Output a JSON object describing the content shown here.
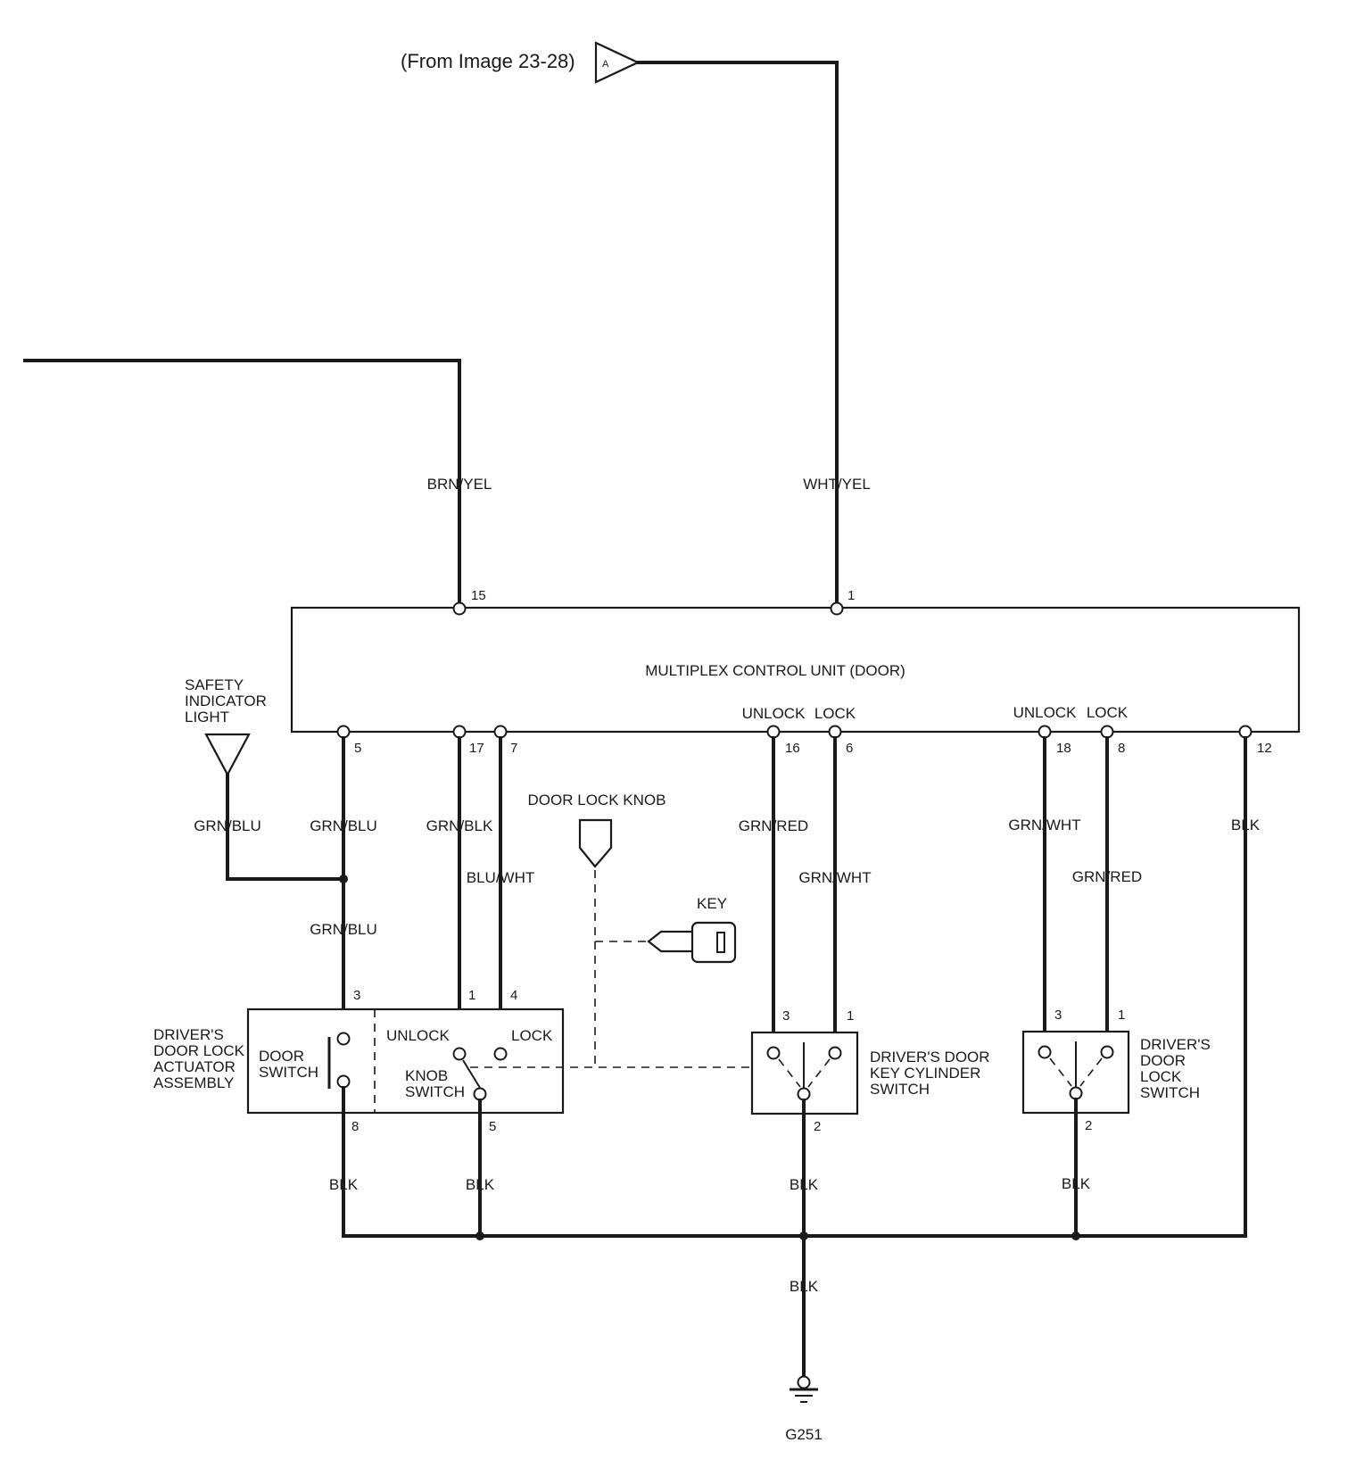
{
  "source_ref": {
    "text": "(From Image 23-28)",
    "connector": "A"
  },
  "wires": {
    "brn_yel": "BRN/YEL",
    "wht_yel": "WHT/YEL",
    "grn_blu_light": "GRN/BLU",
    "grn_blu_upper": "GRN/BLU",
    "grn_blu_lower": "GRN/BLU",
    "grn_blk": "GRN/BLK",
    "blu_wht": "BLU/WHT",
    "grn_red_16": "GRN/RED",
    "grn_wht_6": "GRN/WHT",
    "grn_wht_18": "GRN/WHT",
    "grn_red_8": "GRN/RED",
    "blk_12": "BLK",
    "blk_door": "BLK",
    "blk_knob": "BLK",
    "blk_key": "BLK",
    "blk_lock": "BLK",
    "blk_ground": "BLK"
  },
  "control_unit": {
    "title": "MULTIPLEX CONTROL UNIT (DOOR)",
    "top_pins": [
      "15",
      "1"
    ],
    "bottom_pins": [
      "5",
      "17",
      "7",
      "16",
      "6",
      "18",
      "8",
      "12"
    ],
    "unlock_label_a": "UNLOCK",
    "lock_label_a": "LOCK",
    "unlock_label_b": "UNLOCK",
    "lock_label_b": "LOCK"
  },
  "safety_light": {
    "lines": [
      "SAFETY",
      "INDICATOR",
      "LIGHT"
    ]
  },
  "door_lock_knob": {
    "label": "DOOR LOCK KNOB"
  },
  "key": {
    "label": "KEY"
  },
  "actuator": {
    "lines": [
      "DRIVER'S",
      "DOOR LOCK",
      "ACTUATOR",
      "ASSEMBLY"
    ],
    "door_switch_lines": [
      "DOOR",
      "SWITCH"
    ],
    "unlock": "UNLOCK",
    "lock": "LOCK",
    "knob_switch_lines": [
      "KNOB",
      "SWITCH"
    ],
    "pins": {
      "p3": "3",
      "p1": "1",
      "p4": "4",
      "p8": "8",
      "p5": "5"
    }
  },
  "key_cylinder_switch": {
    "lines": [
      "DRIVER'S DOOR",
      "KEY CYLINDER",
      "SWITCH"
    ],
    "pins": {
      "p3": "3",
      "p1": "1",
      "p2": "2"
    }
  },
  "door_lock_switch": {
    "lines": [
      "DRIVER'S",
      "DOOR",
      "LOCK",
      "SWITCH"
    ],
    "pins": {
      "p3": "3",
      "p1": "1",
      "p2": "2"
    }
  },
  "ground": {
    "label": "G251"
  }
}
